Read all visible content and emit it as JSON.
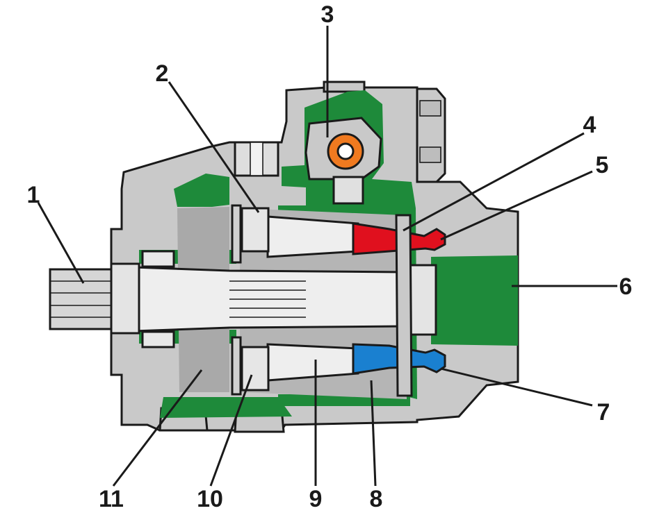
{
  "diagram": {
    "colors": {
      "housing": "#c9c9c9",
      "housing_dark": "#a9a9a9",
      "section": "#1e8a3a",
      "shaft": "#eeeeee",
      "high_pressure": "#e0101e",
      "low_pressure": "#1a80d0",
      "valve": "#f07a20",
      "outline": "#1a1a1a"
    },
    "callouts": [
      {
        "id": "1",
        "label": "1"
      },
      {
        "id": "2",
        "label": "2"
      },
      {
        "id": "3",
        "label": "3"
      },
      {
        "id": "4",
        "label": "4"
      },
      {
        "id": "5",
        "label": "5"
      },
      {
        "id": "6",
        "label": "6"
      },
      {
        "id": "7",
        "label": "7"
      },
      {
        "id": "8",
        "label": "8"
      },
      {
        "id": "9",
        "label": "9"
      },
      {
        "id": "10",
        "label": "10"
      },
      {
        "id": "11",
        "label": "11"
      }
    ]
  }
}
